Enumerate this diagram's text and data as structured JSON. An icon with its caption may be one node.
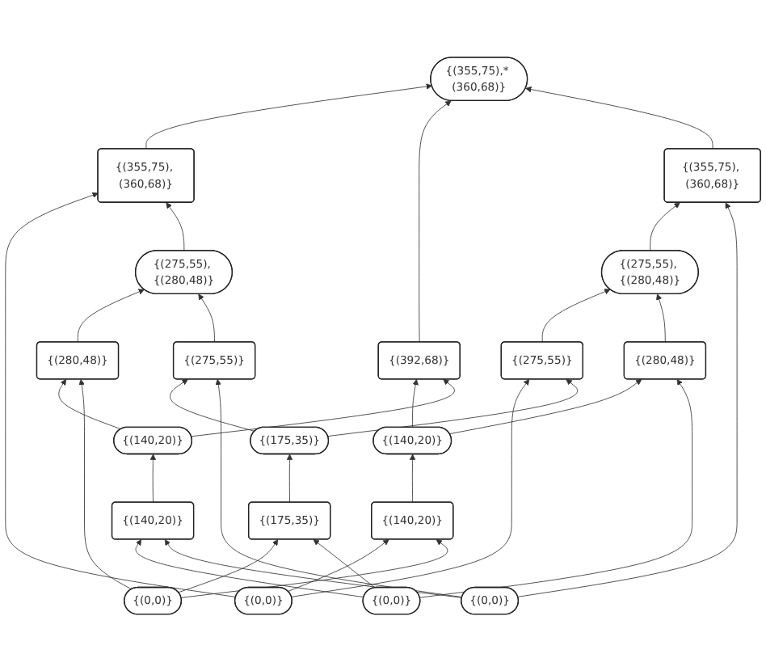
{
  "diagram": {
    "nodes": [
      {
        "text": [
          "{(355,75),* (360,68)}"
        ]
      },
      {
        "text": [
          "{(355,75), (360,68)}"
        ]
      },
      {
        "text": [
          "{(392,68)}"
        ]
      },
      {
        "text": [
          "{(355,75), (360,68)}"
        ]
      },
      {
        "text": [
          "{(275,55), {(280,48)}"
        ]
      },
      {
        "text": [
          "{(275,55), {(280,48)}"
        ]
      },
      {
        "text": [
          "{(275,55)}"
        ]
      },
      {
        "text": [
          "{(280,48)}"
        ]
      },
      {
        "text": [
          "{(280,48)}"
        ]
      },
      {
        "text": [
          "{(275,55)}"
        ]
      },
      {
        "text": [
          "{(140,20)}"
        ]
      },
      {
        "text": [
          "{(175,35)}"
        ]
      },
      {
        "text": [
          "{(140,20)}"
        ]
      },
      {
        "text": [
          "{(140,20)}"
        ]
      },
      {
        "text": [
          "{(175,35)}"
        ]
      },
      {
        "text": [
          "{(140,20)}"
        ]
      },
      {
        "text": [
          "{(0,0)}"
        ]
      },
      {
        "text": [
          "{(0,0)}"
        ]
      },
      {
        "text": [
          "{(0,0)}"
        ]
      },
      {
        "text": [
          "{(0,0)}"
        ]
      }
    ],
    "edges": [
      {
        "from": 1,
        "to": 0,
        "arrow": "to"
      },
      {
        "from": 2,
        "to": 0,
        "arrow": "to"
      },
      {
        "from": 3,
        "to": 0,
        "arrow": "to"
      },
      {
        "from": 16,
        "to": 1,
        "arrow": "to"
      },
      {
        "from": 5,
        "to": 1,
        "arrow": "to"
      },
      {
        "from": 10,
        "to": 2,
        "arrow": "to"
      },
      {
        "from": 12,
        "to": 2,
        "arrow": "to"
      },
      {
        "from": 4,
        "to": 3,
        "arrow": "to"
      },
      {
        "from": 19,
        "to": 3,
        "arrow": "to"
      },
      {
        "from": 6,
        "to": 4,
        "arrow": "to"
      },
      {
        "from": 7,
        "to": 4,
        "arrow": "to"
      },
      {
        "from": 8,
        "to": 5,
        "arrow": "to"
      },
      {
        "from": 9,
        "to": 5,
        "arrow": "to"
      },
      {
        "from": 16,
        "to": 6,
        "arrow": "to"
      },
      {
        "from": 11,
        "to": 6,
        "arrow": "to"
      },
      {
        "from": 10,
        "to": 7,
        "arrow": "to"
      },
      {
        "from": 18,
        "to": 7,
        "arrow": "to"
      },
      {
        "from": 12,
        "to": 8,
        "arrow": "to"
      },
      {
        "from": 17,
        "to": 8,
        "arrow": "to"
      },
      {
        "from": 11,
        "to": 9,
        "arrow": "to"
      },
      {
        "from": 19,
        "to": 9,
        "arrow": "to"
      },
      {
        "from": 13,
        "to": 10,
        "arrow": "to"
      },
      {
        "from": 14,
        "to": 11,
        "arrow": "to"
      },
      {
        "from": 15,
        "to": 12,
        "arrow": "to"
      },
      {
        "from": 16,
        "to": 13,
        "arrow": "to"
      },
      {
        "from": 17,
        "to": 13,
        "arrow": "to"
      },
      {
        "from": 17,
        "to": 14,
        "arrow": "to"
      },
      {
        "from": 18,
        "to": 14,
        "arrow": "to"
      },
      {
        "from": 18,
        "to": 15,
        "arrow": "to"
      },
      {
        "from": 19,
        "to": 15,
        "arrow": "to"
      }
    ]
  }
}
